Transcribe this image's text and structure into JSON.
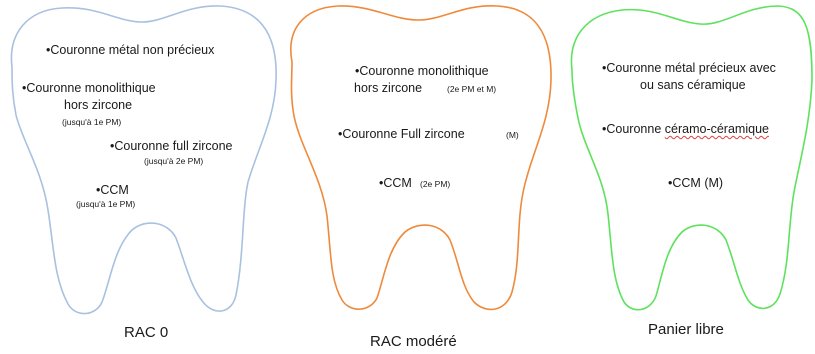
{
  "teeth": [
    {
      "caption": "RAC 0",
      "outline_color": "#a9c1e0",
      "items": {
        "metal_non_precieux": "•Couronne métal non précieux",
        "monolithique_l1": "•Couronne monolithique",
        "monolithique_l2": "hors zircone",
        "monolithique_note": "(jusqu'à 1e PM)",
        "full_zircone": "•Couronne full zircone",
        "full_zircone_note": "(jusqu'à 2e PM)",
        "ccm": "•CCM",
        "ccm_note": "(jusqu'à 1e PM)"
      }
    },
    {
      "caption": "RAC modéré",
      "outline_color": "#ee8a3c",
      "items": {
        "monolithique_l1": "•Couronne monolithique",
        "monolithique_l2": "hors zircone",
        "monolithique_note": "(2e PM et M)",
        "full_zircone": "•Couronne  Full zircone",
        "full_zircone_note": "(M)",
        "ccm": "•CCM",
        "ccm_note": "(2e PM)"
      }
    },
    {
      "caption": "Panier libre",
      "outline_color": "#5ee25e",
      "items": {
        "metal_precieux_l1": "•Couronne métal précieux avec",
        "metal_precieux_l2": "ou sans céramique",
        "ceramo_prefix": "•Couronne ",
        "ceramo_word": "céramo-céramique",
        "ccm": "•CCM (M)"
      }
    }
  ]
}
